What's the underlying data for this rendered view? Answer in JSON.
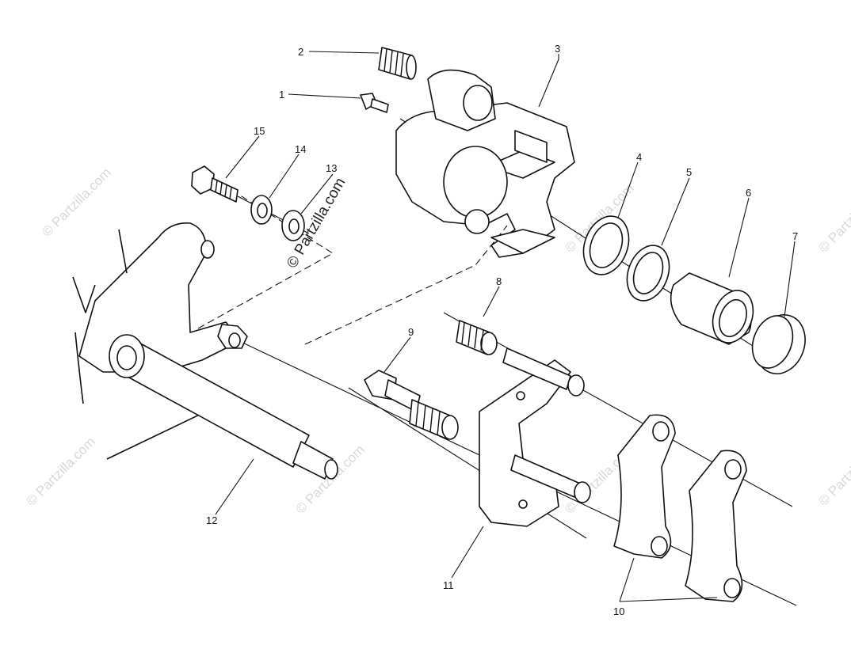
{
  "watermark": {
    "main": "© Partzilla.com",
    "tile": "© Partzilla.com"
  },
  "callouts": [
    {
      "id": "1",
      "text": "1"
    },
    {
      "id": "2",
      "text": "2"
    },
    {
      "id": "3",
      "text": "3"
    },
    {
      "id": "4",
      "text": "4"
    },
    {
      "id": "5",
      "text": "5"
    },
    {
      "id": "6",
      "text": "6"
    },
    {
      "id": "7",
      "text": "7"
    },
    {
      "id": "8",
      "text": "8"
    },
    {
      "id": "9",
      "text": "9"
    },
    {
      "id": "10",
      "text": "10"
    },
    {
      "id": "11",
      "text": "11"
    },
    {
      "id": "12",
      "text": "12"
    },
    {
      "id": "13",
      "text": "13"
    },
    {
      "id": "14",
      "text": "14"
    },
    {
      "id": "15",
      "text": "15"
    }
  ]
}
